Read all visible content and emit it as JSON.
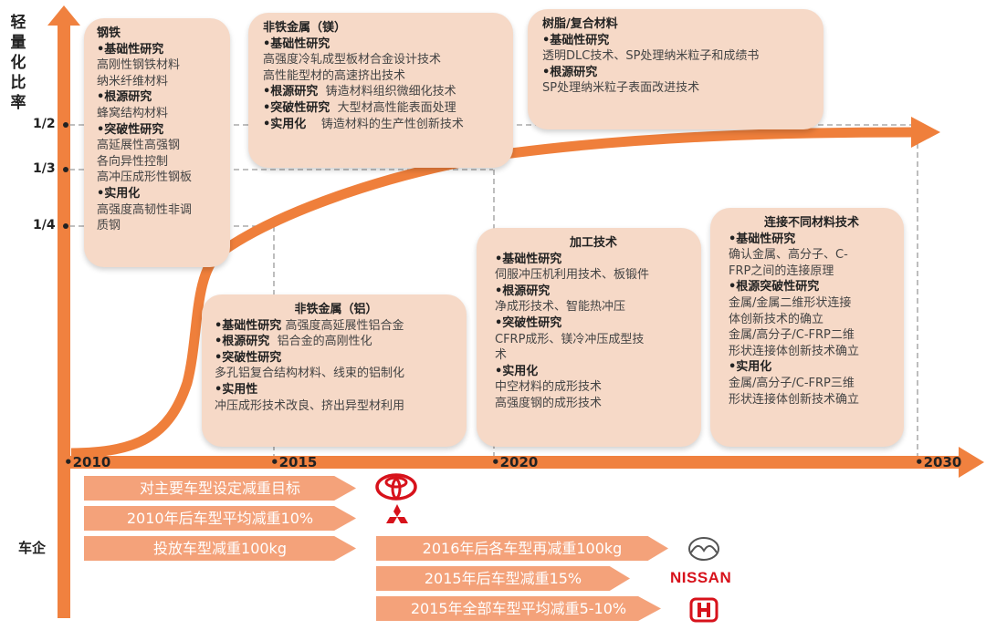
{
  "y_axis": {
    "label_chars": [
      "轻",
      "量",
      "化",
      "比",
      "率"
    ],
    "ticks": [
      "1/2",
      "1/3",
      "1/4"
    ]
  },
  "x_axis": {
    "years": [
      "2010",
      "2015",
      "2020",
      "2030"
    ]
  },
  "cards": {
    "steel": {
      "title": "钢铁",
      "lines": [
        {
          "t": "•基础性研究",
          "h": true
        },
        {
          "t": "高刚性钢铁材料"
        },
        {
          "t": "纳米纤维材料"
        },
        {
          "t": "•根源研究",
          "h": true
        },
        {
          "t": "蜂窝结构材料"
        },
        {
          "t": "•突破性研究",
          "h": true
        },
        {
          "t": "高延展性高强钢"
        },
        {
          "t": "各向异性控制"
        },
        {
          "t": "高冲压成形性钢板"
        },
        {
          "t": "•实用化",
          "h": true
        },
        {
          "t": "高强度高韧性非调"
        },
        {
          "t": "质钢"
        }
      ]
    },
    "magnesium": {
      "title": "非铁金属（镁）",
      "lines": [
        {
          "h": "•基础性研究",
          "t": ""
        },
        {
          "t": "高强度冷轧成型板材合金设计技术"
        },
        {
          "t": "高性能型材的高速挤出技术"
        },
        {
          "h": "•根源研究",
          "t": "  铸造材料组织微细化技术"
        },
        {
          "h": "•突破性研究",
          "t": "  大型材高性能表面处理"
        },
        {
          "h": "•实用化",
          "t": "    铸造材料的生产性创新技术"
        }
      ]
    },
    "resin": {
      "title": "树脂/复合材料",
      "lines": [
        {
          "h": "•基础性研究",
          "t": ""
        },
        {
          "t": "透明DLC技术、SP处理纳米粒子和成绩书"
        },
        {
          "h": "•根源研究",
          "t": ""
        },
        {
          "t": "SP处理纳米粒子表面改进技术"
        }
      ]
    },
    "aluminum": {
      "title": "非铁金属（铝）",
      "lines": [
        {
          "h": "•基础性研究",
          "t": " 高强度高延展性铝合金"
        },
        {
          "h": "•根源研究",
          "t": "  铝合金的高刚性化"
        },
        {
          "h": "•突破性研究",
          "t": ""
        },
        {
          "t": "多孔铝复合结构材料、线束的铝制化"
        },
        {
          "h": "•实用性",
          "t": ""
        },
        {
          "t": "冲压成形技术改良、挤出异型材利用"
        }
      ]
    },
    "processing": {
      "title": "加工技术",
      "lines": [
        {
          "h": "•基础性研究",
          "t": ""
        },
        {
          "t": "伺服冲压机利用技术、板锻件"
        },
        {
          "h": "•根源研究",
          "t": ""
        },
        {
          "t": "净成形技术、智能热冲压"
        },
        {
          "h": "•突破性研究",
          "t": ""
        },
        {
          "t": "CFRP成形、镁冷冲压成型技"
        },
        {
          "t": "术"
        },
        {
          "h": "•实用化",
          "t": ""
        },
        {
          "t": "中空材料的成形技术"
        },
        {
          "t": "高强度钢的成形技术"
        }
      ]
    },
    "joining": {
      "title": "连接不同材料技术",
      "lines": [
        {
          "h": "•基础性研究",
          "t": ""
        },
        {
          "t": "确认金属、高分子、C-"
        },
        {
          "t": "FRP之间的连接原理"
        },
        {
          "h": "•根源突破性研究",
          "t": ""
        },
        {
          "t": "金属/金属二维形状连接"
        },
        {
          "t": "体创新技术的确立"
        },
        {
          "t": "金属/高分子/C-FRP二维"
        },
        {
          "t": "形状连接体创新技术确立"
        },
        {
          "h": "•实用化",
          "t": ""
        },
        {
          "t": "金属/高分子/C-FRP三维"
        },
        {
          "t": "形状连接体创新技术确立"
        }
      ]
    }
  },
  "automakers": {
    "label": "车企",
    "banners": [
      {
        "text": "对主要车型设定减重目标",
        "logo": "toyota-logo"
      },
      {
        "text": "2010年后车型平均减重10%",
        "logo": "mitsubishi-logo"
      },
      {
        "text": "投放车型减重100kg",
        "logo": ""
      },
      {
        "text": "2016年后各车型再减重100kg",
        "logo": "mazda-logo"
      },
      {
        "text": "2015年后车型减重15%",
        "logo": "nissan-logo"
      },
      {
        "text": "2015年全部车型平均减重5-10%",
        "logo": "honda-logo"
      }
    ],
    "nissan_wordmark": "NISSAN"
  },
  "colors": {
    "axis": "#f0813f",
    "curve": "#ef7f3b",
    "card": "#f6d9c7",
    "banner": "#f4a27a",
    "red": "#d7121b"
  }
}
